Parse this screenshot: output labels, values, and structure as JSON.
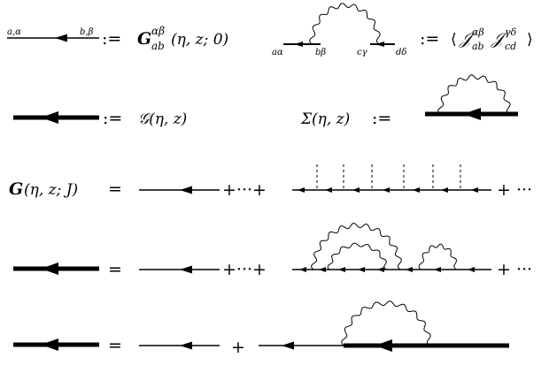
{
  "row1": {
    "label_a": "a,α",
    "label_b": "b,β",
    "assign": ":=",
    "G": "G",
    "G_sup": "αβ",
    "G_sub": "ab",
    "G_args": "(η, z; 0)",
    "v_a": "aα",
    "v_b": "bβ",
    "v_c": "cγ",
    "v_d": "dδ",
    "assign2": ":=",
    "corr_open": "⟨",
    "J1": "𝒥",
    "J1_sup": "αβ",
    "J1_sub": "ab",
    "J2": "𝒥",
    "J2_sup": "γδ",
    "J2_sub": "cd",
    "corr_close": "⟩"
  },
  "row2": {
    "assign": ":=",
    "calG": "𝒢(η, z)",
    "Sigma": "Σ(η, z)",
    "assign2": ":="
  },
  "row3": {
    "lhs": "G",
    "lhs_args": "(η, z; J)",
    "eq": "=",
    "plus_dots": "+···+",
    "tail": "+ ···"
  },
  "row4": {
    "eq": "=",
    "plus_dots": "+···+",
    "tail": "+ ···"
  },
  "row5": {
    "eq": "=",
    "plus": "+"
  }
}
